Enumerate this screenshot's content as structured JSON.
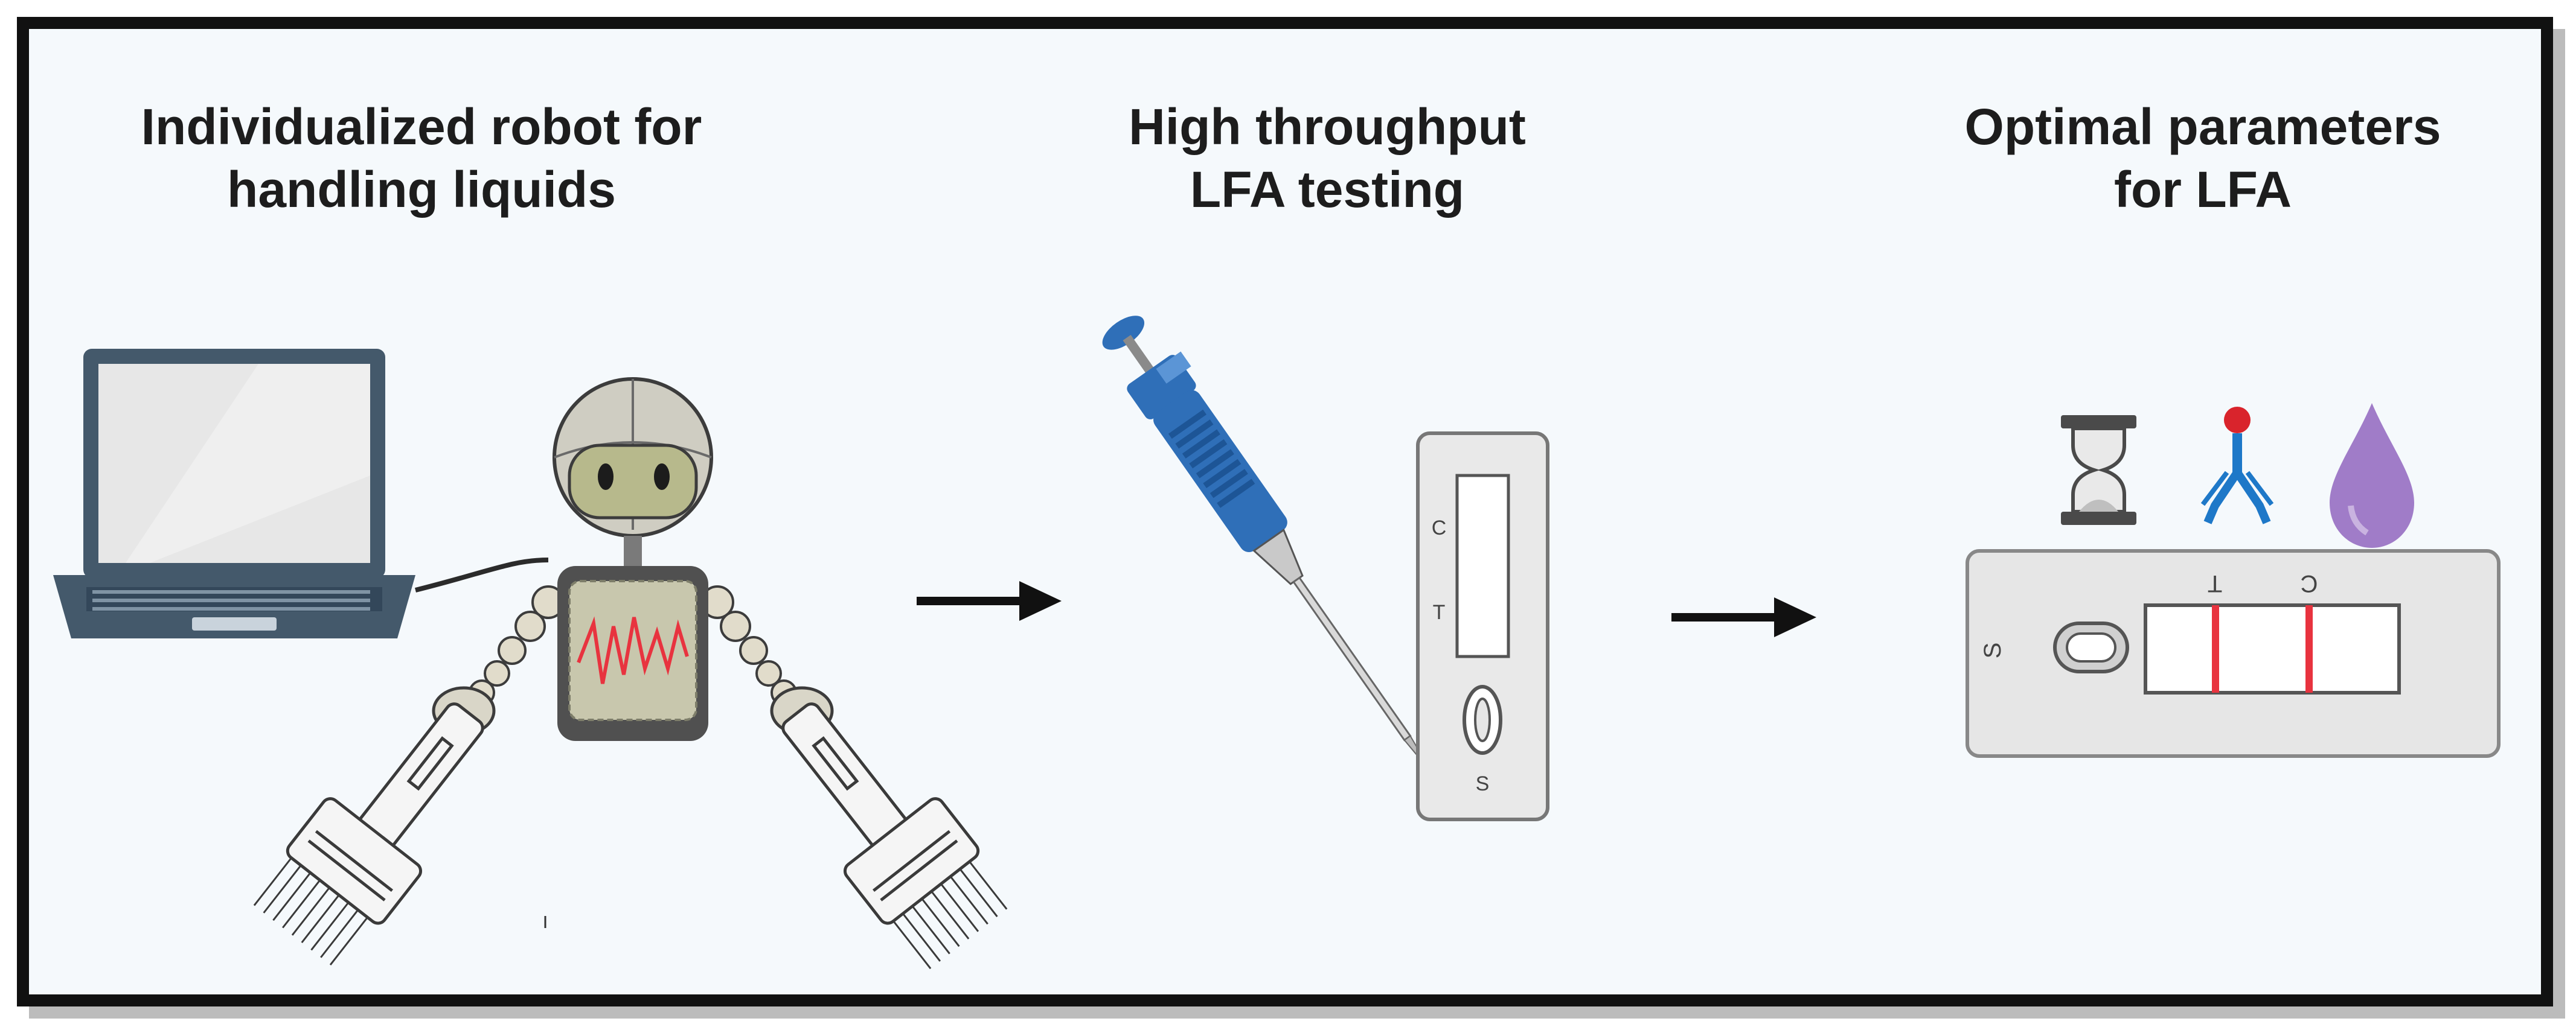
{
  "steps": [
    {
      "title_line1": "Individualized robot for",
      "title_line2": "handling liquids"
    },
    {
      "title_line1": "High throughput",
      "title_line2": "LFA testing"
    },
    {
      "title_line1": "Optimal parameters",
      "title_line2": "for LFA"
    }
  ],
  "cassette_vertical": {
    "c": "C",
    "t": "T",
    "s": "S"
  },
  "cassette_horizontal": {
    "s": "S",
    "t": "T",
    "c": "C"
  },
  "parameter_icons": [
    "hourglass-icon",
    "antibody-icon",
    "droplet-icon"
  ],
  "colors": {
    "frame": "#111111",
    "background": "#f5f9fc",
    "pipette_blue": "#2f6fb8",
    "test_line": "#e8333f",
    "droplet": "#a07cc8",
    "antibody": "#1e78c8",
    "screen_wave": "#e8333f"
  }
}
